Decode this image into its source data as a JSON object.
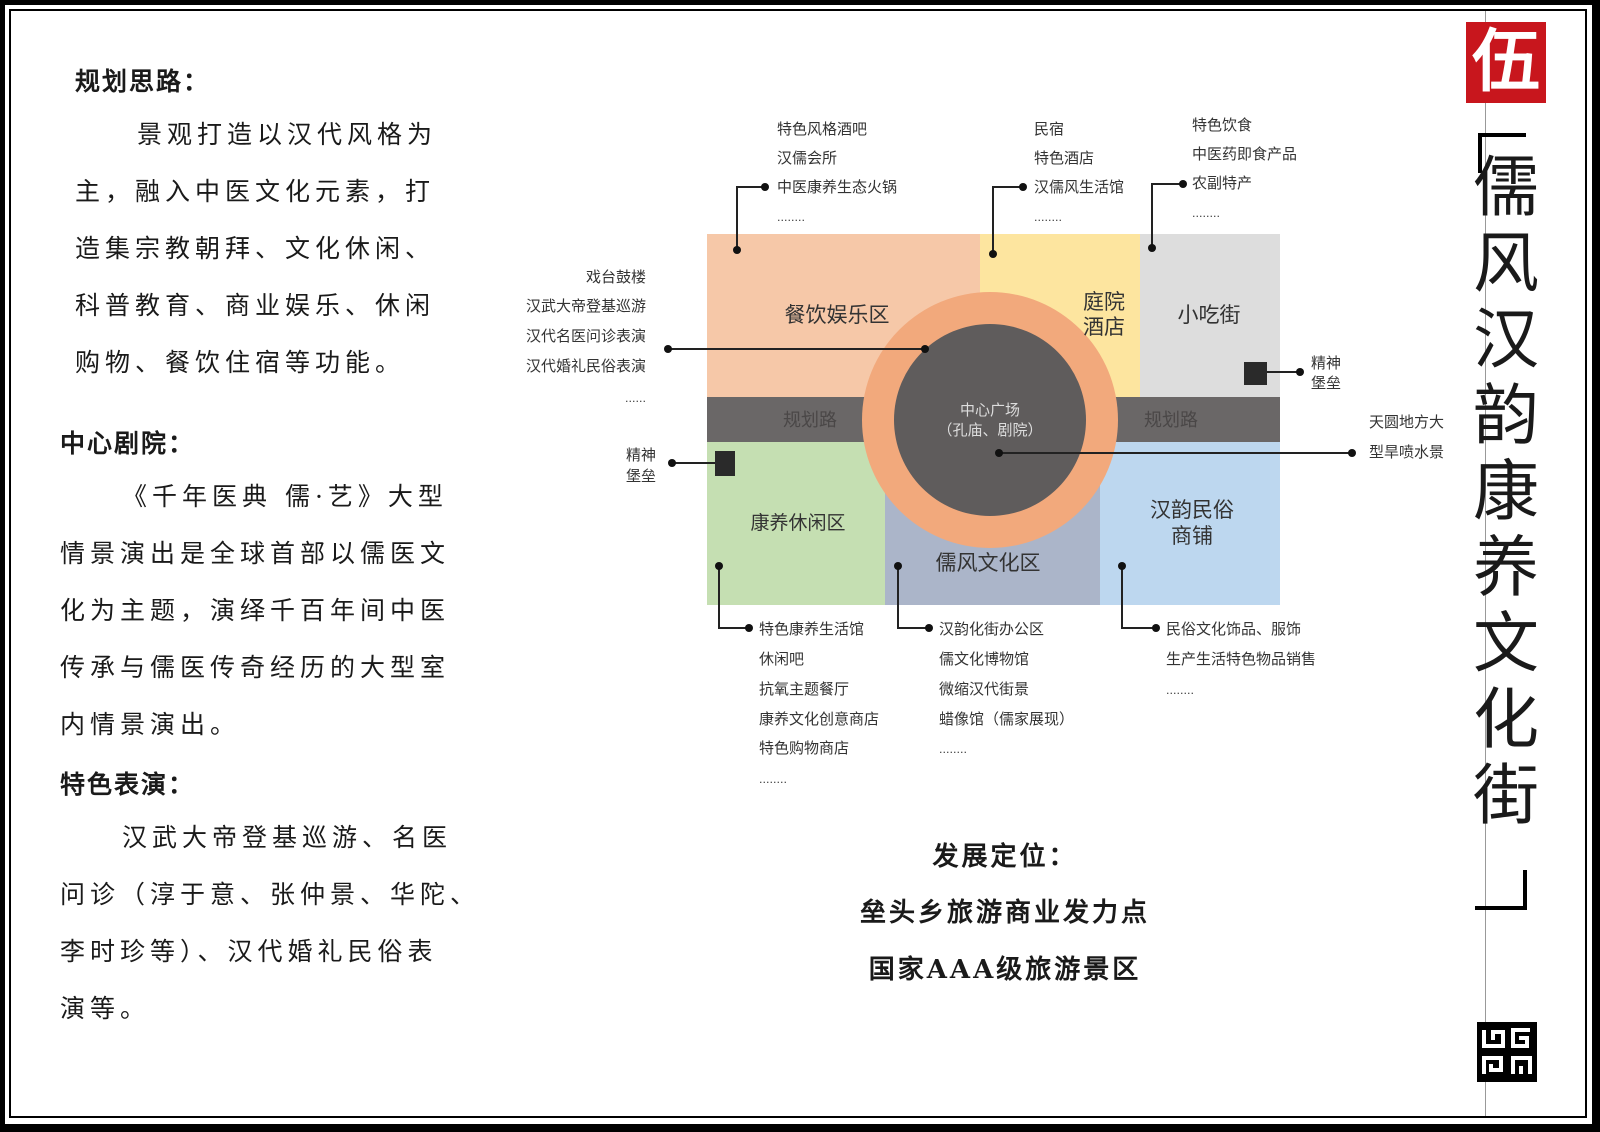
{
  "left": {
    "sections": [
      {
        "heading": "规划思路：",
        "lines": [
          "景观打造以汉代风格为",
          "主，融入中医文化元素，打",
          "造集宗教朝拜、文化休闲、",
          "科普教育、商业娱乐、休闲",
          "购物、餐饮住宿等功能。"
        ]
      },
      {
        "heading": "中心剧院：",
        "lines": [
          "《千年医典 儒·艺》大型",
          "情景演出是全球首部以儒医文",
          "化为主题，演绎千百年间中医",
          "传承与儒医传奇经历的大型室",
          "内情景演出。"
        ]
      },
      {
        "heading": "特色表演：",
        "lines": [
          "汉武大帝登基巡游、名医",
          "问诊（淳于意、张仲景、华陀、",
          "李时珍等）、汉代婚礼民俗表",
          "演等。"
        ]
      }
    ]
  },
  "diagram": {
    "zones": {
      "dining": "餐饮娱乐区",
      "hotel_1": "庭院",
      "hotel_2": "酒店",
      "snack": "小吃街",
      "road_left": "规划路",
      "road_right": "规划路",
      "center_1": "中心广场",
      "center_2": "（孔庙、剧院）",
      "wellness": "康养休闲区",
      "confucian": "儒风文化区",
      "folk_1": "汉韵民俗",
      "folk_2": "商铺"
    },
    "callouts": {
      "dining": [
        "特色风格酒吧",
        "汉儒会所",
        "中医康养生态火锅",
        "........"
      ],
      "hotel": [
        "民宿",
        "特色酒店",
        "汉儒风生活馆",
        "........"
      ],
      "snack": [
        "特色饮食",
        "中医药即食产品",
        "农副特产",
        "........"
      ],
      "center_left": [
        "戏台鼓楼",
        "汉武大帝登基巡游",
        "汉代名医问诊表演",
        "汉代婚礼民俗表演",
        "......"
      ],
      "fortress_right": [
        "精神",
        "堡垒"
      ],
      "fortress_left": [
        "精神",
        "堡垒"
      ],
      "fountain": [
        "天圆地方大",
        "型旱喷水景"
      ],
      "wellness": [
        "特色康养生活馆",
        "休闲吧",
        "抗氧主题餐厅",
        "康养文化创意商店",
        "特色购物商店",
        "........"
      ],
      "confucian": [
        "汉韵化街办公区",
        "儒文化博物馆",
        "微缩汉代街景",
        "蜡像馆（儒家展现）",
        "........"
      ],
      "folk": [
        "民俗文化饰品、服饰",
        "生产生活特色物品销售",
        "........"
      ]
    },
    "colors": {
      "dining": "#f6c8a8",
      "hotel": "#fde59f",
      "snack": "#dddddd",
      "road": "#6a6767",
      "ring": "#f2a97c",
      "center": "#5f5c5c",
      "wellness": "#c5dfb2",
      "confucian": "#abb5c9",
      "folk": "#bdd7ef"
    }
  },
  "positioning": {
    "title": "发展定位：",
    "line1": "垒头乡旅游商业发力点",
    "line2": "国家AAA级旅游景区"
  },
  "sidebar": {
    "seal": "伍",
    "title_chars": [
      "儒",
      "风",
      "汉",
      "韵",
      "康",
      "养",
      "文",
      "化",
      "街"
    ]
  }
}
